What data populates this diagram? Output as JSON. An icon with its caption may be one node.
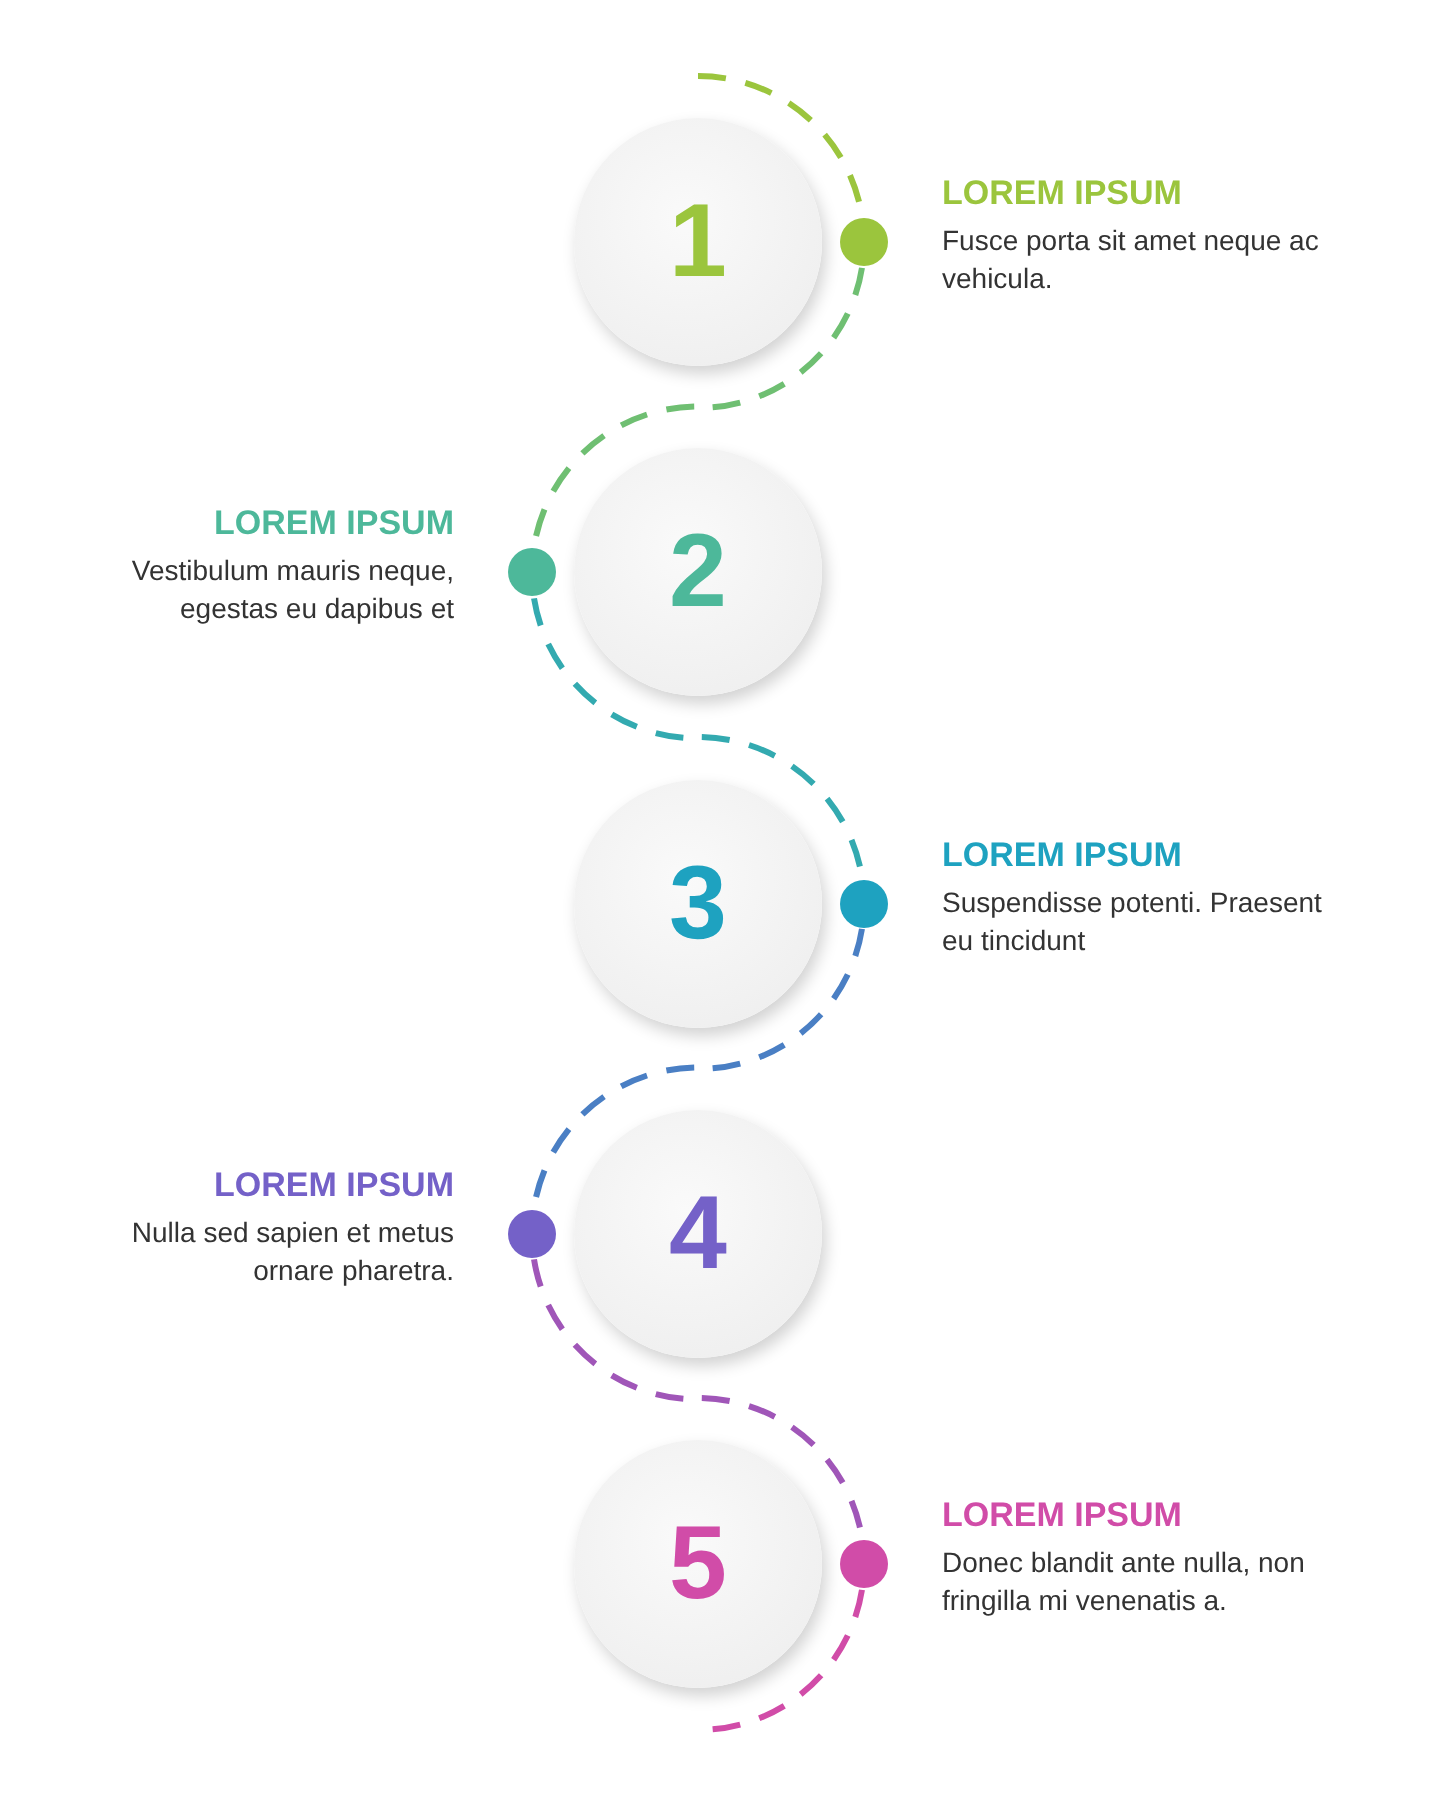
{
  "diagram": {
    "nodes": [
      {
        "text": [
          "1"
        ],
        "beside": [
          "LOREM IPSUM",
          "Fusce porta sit amet neque ac vehicula."
        ]
      },
      {
        "text": [],
        "shape": "circle"
      },
      {
        "text": [
          "2"
        ],
        "beside": [
          "LOREM IPSUM",
          "Vestibulum mauris neque, egestas eu dapibus et"
        ]
      },
      {
        "text": [],
        "shape": "circle"
      },
      {
        "text": [
          "3"
        ],
        "beside": [
          "LOREM IPSUM",
          "Suspendisse potenti. Praesent eu tincidunt"
        ]
      },
      {
        "text": [],
        "shape": "circle"
      },
      {
        "text": [
          "4"
        ],
        "beside": [
          "LOREM IPSUM",
          "Nulla sed sapien et metus ornare pharetra."
        ]
      },
      {
        "text": [],
        "shape": "circle"
      },
      {
        "text": [
          "5"
        ],
        "beside": [
          "LOREM IPSUM",
          "Donec blandit ante nulla, non fringilla mi venenatis a."
        ]
      },
      {
        "text": [],
        "shape": "circle"
      }
    ],
    "edges": [
      {
        "from": null,
        "to": 1,
        "arrow": "none",
        "style": "dashed",
        "color": "#9bc53d"
      },
      {
        "from": 1,
        "to": 3,
        "arrow": "none",
        "style": "dashed",
        "color": "#6fbf72"
      },
      {
        "from": 3,
        "to": 5,
        "arrow": "none",
        "style": "dashed",
        "color": "#33aab0"
      },
      {
        "from": 5,
        "to": 7,
        "arrow": "none",
        "style": "dashed",
        "color": "#4a7fc4"
      },
      {
        "from": 7,
        "to": 9,
        "arrow": "none",
        "style": "dashed",
        "color": "#a056b8"
      },
      {
        "from": 9,
        "to": null,
        "arrow": "none",
        "style": "dashed",
        "color": "#d14ca8"
      }
    ]
  }
}
